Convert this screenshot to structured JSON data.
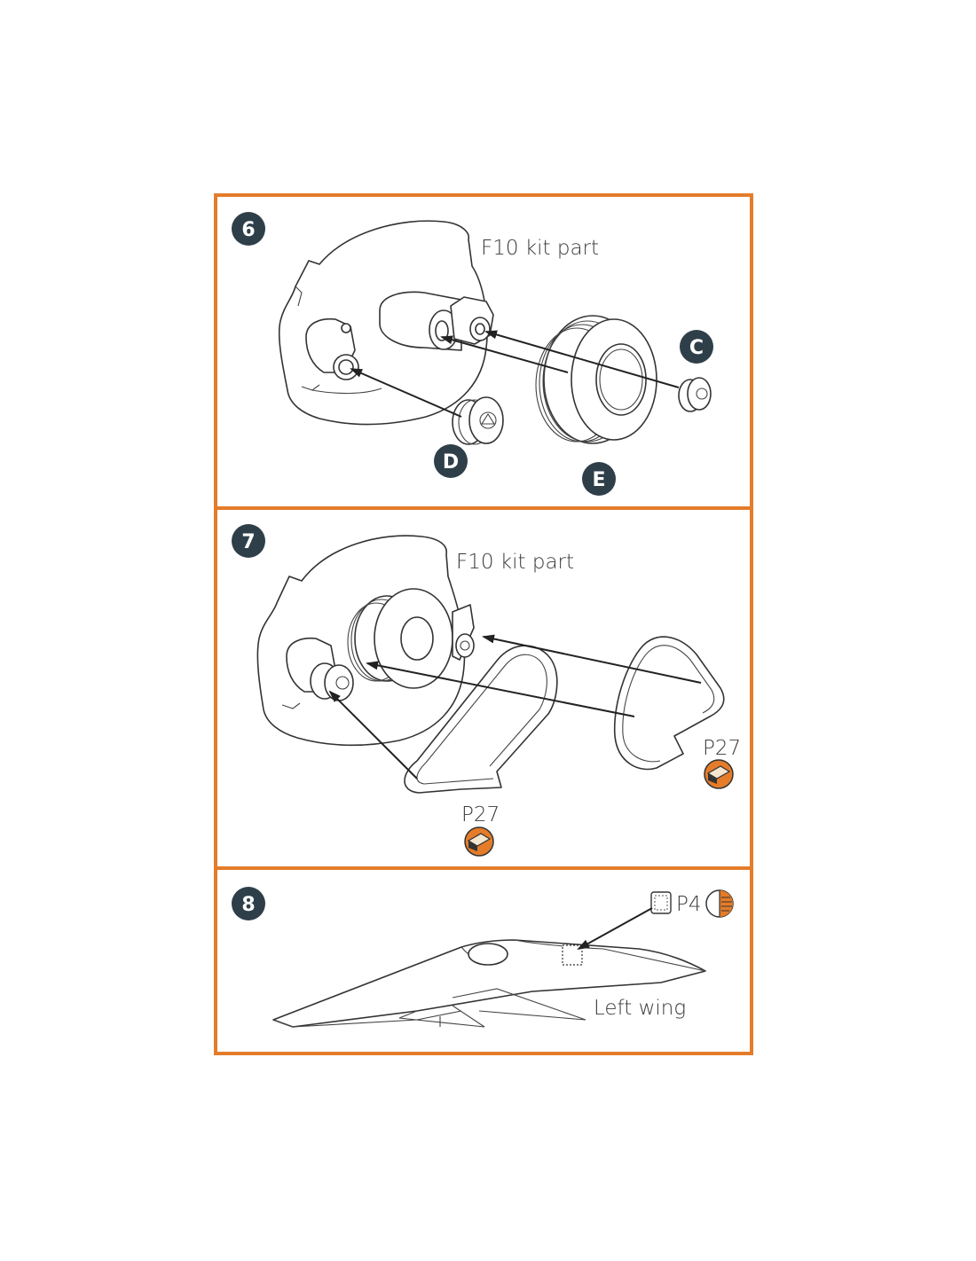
{
  "theme": {
    "frame_color": "#e47c2a",
    "badge_color": "#2f3f4a",
    "accent_orange": "#e47c2a"
  },
  "steps": [
    {
      "number": "6",
      "caption": "F10 kit part",
      "parts": [
        "C",
        "D",
        "E"
      ]
    },
    {
      "number": "7",
      "caption": "F10 kit part",
      "photoetch": [
        "P27",
        "P27"
      ],
      "icons": [
        "photo-etch-bend-icon",
        "photo-etch-bend-icon"
      ]
    },
    {
      "number": "8",
      "part": "P4",
      "caption": "Left wing",
      "icons": [
        "photo-etch-part-icon",
        "half-orange-painted-icon"
      ]
    }
  ]
}
